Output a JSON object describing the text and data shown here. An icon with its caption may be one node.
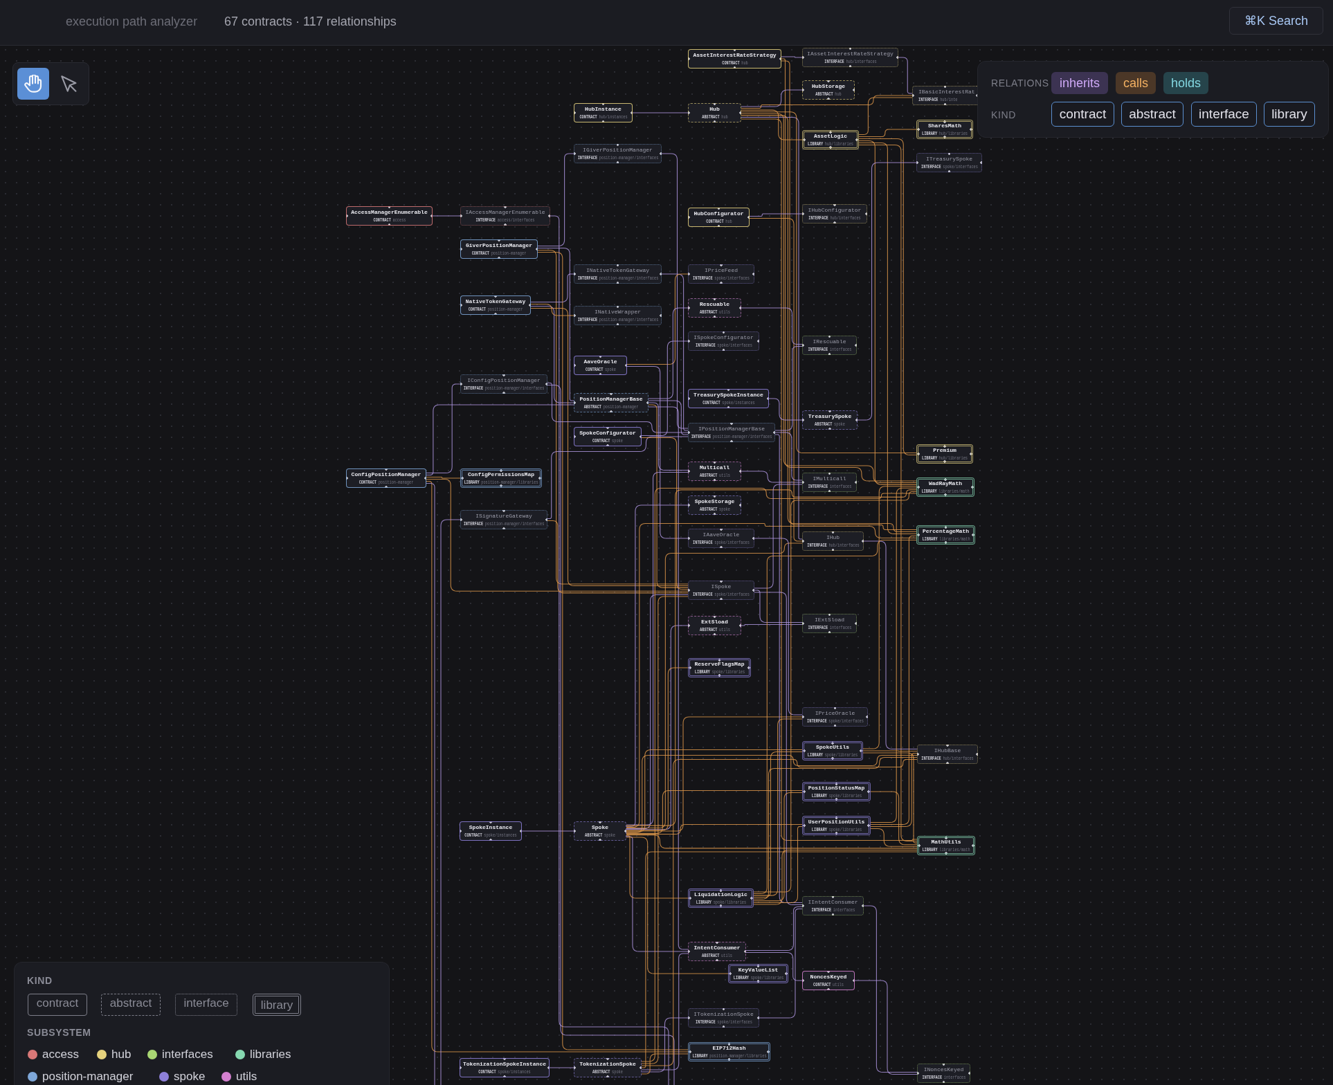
{
  "diagram": {
    "nodes": [
      {
        "text": [
          "AccessManagerEnumerable",
          "CONTRACT",
          "access"
        ]
      },
      {
        "text": [
          "IAccessManagerEnumerable",
          "INTERFACE",
          "access/interfaces"
        ]
      },
      {
        "text": [
          "GiverPositionManager",
          "CONTRACT",
          "position-manager"
        ]
      },
      {
        "text": [
          "NativeTokenGateway",
          "CONTRACT",
          "position-manager"
        ]
      },
      {
        "text": [
          "IConfigPositionManager",
          "INTERFACE",
          "position-manager/interfaces"
        ]
      },
      {
        "text": [
          "ConfigPositionManager",
          "CONTRACT",
          "position-manager"
        ]
      },
      {
        "text": [
          "ConfigPermissionsMap",
          "LIBRARY",
          "position-manager/libraries"
        ]
      },
      {
        "text": [
          "ISignatureGateway",
          "INTERFACE",
          "position-manager/interfaces"
        ]
      },
      {
        "text": [
          "SpokeInstance",
          "CONTRACT",
          "spoke/instances"
        ]
      },
      {
        "text": [
          "TokenizationSpokeInstance",
          "CONTRACT",
          "spoke/instances"
        ]
      },
      {
        "text": [
          "HubInstance",
          "CONTRACT",
          "hub/instances"
        ]
      },
      {
        "text": [
          "IGiverPositionManager",
          "INTERFACE",
          "position-manager/interfaces"
        ]
      },
      {
        "text": [
          "INativeTokenGateway",
          "INTERFACE",
          "position-manager/interfaces"
        ]
      },
      {
        "text": [
          "INativeWrapper",
          "INTERFACE",
          "position-manager/interfaces"
        ]
      },
      {
        "text": [
          "AaveOracle",
          "CONTRACT",
          "spoke"
        ]
      },
      {
        "text": [
          "PositionManagerBase",
          "ABSTRACT",
          "position-manager"
        ]
      },
      {
        "text": [
          "SpokeConfigurator",
          "CONTRACT",
          "spoke"
        ]
      },
      {
        "text": [
          "Spoke",
          "ABSTRACT",
          "spoke"
        ]
      },
      {
        "text": [
          "TokenizationSpoke",
          "ABSTRACT",
          "spoke"
        ]
      },
      {
        "text": [
          "AssetInterestRateStrategy",
          "CONTRACT",
          "hub"
        ]
      },
      {
        "text": [
          "Hub",
          "ABSTRACT",
          "hub"
        ]
      },
      {
        "text": [
          "HubConfigurator",
          "CONTRACT",
          "hub"
        ]
      },
      {
        "text": [
          "IPriceFeed",
          "INTERFACE",
          "spoke/interfaces"
        ]
      },
      {
        "text": [
          "Rescuable",
          "ABSTRACT",
          "utils"
        ]
      },
      {
        "text": [
          "ISpokeConfigurator",
          "INTERFACE",
          "spoke/interfaces"
        ]
      },
      {
        "text": [
          "TreasurySpokeInstance",
          "CONTRACT",
          "spoke/instances"
        ]
      },
      {
        "text": [
          "IPositionManagerBase",
          "INTERFACE",
          "position-manager/interfaces"
        ]
      },
      {
        "text": [
          "Multicall",
          "ABSTRACT",
          "utils"
        ]
      },
      {
        "text": [
          "SpokeStorage",
          "ABSTRACT",
          "spoke"
        ]
      },
      {
        "text": [
          "IAaveOracle",
          "INTERFACE",
          "spoke/interfaces"
        ]
      },
      {
        "text": [
          "ISpoke",
          "INTERFACE",
          "spoke/interfaces"
        ]
      },
      {
        "text": [
          "ExtSload",
          "ABSTRACT",
          "utils"
        ]
      },
      {
        "text": [
          "ReserveFlagsMap",
          "LIBRARY",
          "spoke/libraries"
        ]
      },
      {
        "text": [
          "LiquidationLogic",
          "LIBRARY",
          "spoke/libraries"
        ]
      },
      {
        "text": [
          "IntentConsumer",
          "ABSTRACT",
          "utils"
        ]
      },
      {
        "text": [
          "KeyValueList",
          "LIBRARY",
          "spoke/libraries"
        ]
      },
      {
        "text": [
          "ITokenizationSpoke",
          "INTERFACE",
          "spoke/interfaces"
        ]
      },
      {
        "text": [
          "EIP712Hash",
          "LIBRARY",
          "position-manager/libraries"
        ]
      },
      {
        "text": [
          "IAssetInterestRateStrategy",
          "INTERFACE",
          "hub/interfaces"
        ]
      },
      {
        "text": [
          "HubStorage",
          "ABSTRACT",
          "hub"
        ]
      },
      {
        "text": [
          "AssetLogic",
          "LIBRARY",
          "hub/libraries"
        ]
      },
      {
        "text": [
          "IHubConfigurator",
          "INTERFACE",
          "hub/interfaces"
        ]
      },
      {
        "text": [
          "IRescuable",
          "INTERFACE",
          "interfaces"
        ]
      },
      {
        "text": [
          "TreasurySpoke",
          "ABSTRACT",
          "spoke"
        ]
      },
      {
        "text": [
          "IMulticall",
          "INTERFACE",
          "interfaces"
        ]
      },
      {
        "text": [
          "IHub",
          "INTERFACE",
          "hub/interfaces"
        ]
      },
      {
        "text": [
          "IExtSload",
          "INTERFACE",
          "interfaces"
        ]
      },
      {
        "text": [
          "IPriceOracle",
          "INTERFACE",
          "spoke/interfaces"
        ]
      },
      {
        "text": [
          "SpokeUtils",
          "LIBRARY",
          "spoke/libraries"
        ]
      },
      {
        "text": [
          "PositionStatusMap",
          "LIBRARY",
          "spoke/libraries"
        ]
      },
      {
        "text": [
          "UserPositionUtils",
          "LIBRARY",
          "spoke/libraries"
        ]
      },
      {
        "text": [
          "IIntentConsumer",
          "INTERFACE",
          "interfaces"
        ]
      },
      {
        "text": [
          "NoncesKeyed",
          "CONTRACT",
          "utils"
        ]
      },
      {
        "text": [
          "IBasicInterestRat",
          "INTERFACE",
          "hub/inte"
        ]
      },
      {
        "text": [
          "SharesMath",
          "LIBRARY",
          "hub/libraries"
        ]
      },
      {
        "text": [
          "ITreasurySpoke",
          "INTERFACE",
          "spoke/interfaces"
        ]
      },
      {
        "text": [
          "Premium",
          "LIBRARY",
          "hub/libraries"
        ]
      },
      {
        "text": [
          "WadRayMath",
          "LIBRARY",
          "libraries/math"
        ]
      },
      {
        "text": [
          "PercentageMath",
          "LIBRARY",
          "libraries/math"
        ]
      },
      {
        "text": [
          "IHubBase",
          "INTERFACE",
          "hub/interfaces"
        ]
      },
      {
        "text": [
          "MathUtils",
          "LIBRARY",
          "libraries/math"
        ]
      },
      {
        "text": [
          "INoncesKeyed",
          "INTERFACE",
          "interfaces"
        ]
      }
    ],
    "edges": [
      {
        "from": 0,
        "to": 1,
        "arrow": "none",
        "color": "#b39ae6"
      },
      {
        "from": 1,
        "to": null,
        "arrow": "none",
        "color": "#b39ae6"
      },
      {
        "from": 2,
        "to": 11,
        "arrow": "none",
        "color": "#b39ae6"
      },
      {
        "from": 2,
        "to": 15,
        "arrow": "none",
        "color": "#b39ae6"
      },
      {
        "from": 2,
        "to": 30,
        "arrow": "none"
      },
      {
        "from": 2,
        "to": 37,
        "arrow": "none"
      },
      {
        "from": 3,
        "to": 12,
        "arrow": "none",
        "color": "#b39ae6"
      },
      {
        "from": 3,
        "to": 15,
        "arrow": "none",
        "color": "#b39ae6"
      },
      {
        "from": 3,
        "to": 13,
        "arrow": "none"
      },
      {
        "from": 3,
        "to": 30,
        "arrow": "none"
      },
      {
        "from": 4,
        "to": 26,
        "arrow": "none",
        "color": "#b39ae6"
      },
      {
        "from": 4,
        "to": null,
        "arrow": "none",
        "color": "#b39ae6"
      },
      {
        "from": 5,
        "to": 4,
        "arrow": "none",
        "color": "#b39ae6"
      },
      {
        "from": 5,
        "to": 15,
        "arrow": "none",
        "color": "#b39ae6"
      },
      {
        "from": 5,
        "to": 6,
        "arrow": "none"
      },
      {
        "from": 5,
        "to": 30,
        "arrow": "none"
      },
      {
        "from": 5,
        "to": 37,
        "arrow": "none"
      },
      {
        "from": 5,
        "to": null,
        "arrow": "none",
        "color": "#b39ae6"
      },
      {
        "from": null,
        "to": 7,
        "arrow": "none",
        "color": "#b39ae6"
      },
      {
        "from": 7,
        "to": 26,
        "arrow": "none",
        "color": "#b39ae6"
      },
      {
        "from": 7,
        "to": 30,
        "arrow": "none"
      },
      {
        "from": 8,
        "to": 17,
        "arrow": "none",
        "color": "#b39ae6"
      },
      {
        "from": 9,
        "to": 18,
        "arrow": "none",
        "color": "#b39ae6"
      },
      {
        "from": 10,
        "to": 20,
        "arrow": "none",
        "color": "#b39ae6"
      },
      {
        "from": 11,
        "to": 26,
        "arrow": "none",
        "color": "#b39ae6"
      },
      {
        "from": 12,
        "to": 26,
        "arrow": "none",
        "color": "#b39ae6"
      },
      {
        "from": 14,
        "to": 29,
        "arrow": "none",
        "color": "#b39ae6"
      },
      {
        "from": 14,
        "to": 22,
        "arrow": "none"
      },
      {
        "from": 15,
        "to": 26,
        "arrow": "none",
        "color": "#b39ae6"
      },
      {
        "from": 15,
        "to": 27,
        "arrow": "none",
        "color": "#b39ae6"
      },
      {
        "from": 15,
        "to": 23,
        "arrow": "none",
        "color": "#b39ae6"
      },
      {
        "from": 15,
        "to": 34,
        "arrow": "none",
        "color": "#b39ae6"
      },
      {
        "from": 15,
        "to": 30,
        "arrow": "none"
      },
      {
        "from": 16,
        "to": 24,
        "arrow": "none",
        "color": "#b39ae6"
      },
      {
        "from": 16,
        "to": 30,
        "arrow": "none"
      },
      {
        "from": 17,
        "to": 28,
        "arrow": "none",
        "color": "#b39ae6"
      },
      {
        "from": 17,
        "to": 27,
        "arrow": "none",
        "color": "#b39ae6"
      },
      {
        "from": 17,
        "to": 31,
        "arrow": "none",
        "color": "#b39ae6"
      },
      {
        "from": 17,
        "to": 34,
        "arrow": "none",
        "color": "#b39ae6"
      },
      {
        "from": 17,
        "to": 30,
        "arrow": "none",
        "color": "#b39ae6"
      },
      {
        "from": 17,
        "to": 32,
        "arrow": "none"
      },
      {
        "from": 17,
        "to": 33,
        "arrow": "none"
      },
      {
        "from": 17,
        "to": 35,
        "arrow": "none"
      },
      {
        "from": 17,
        "to": 45,
        "arrow": "none"
      },
      {
        "from": 17,
        "to": 47,
        "arrow": "none"
      },
      {
        "from": 17,
        "to": 48,
        "arrow": "none"
      },
      {
        "from": 17,
        "to": 49,
        "arrow": "none"
      },
      {
        "from": 17,
        "to": 50,
        "arrow": "none"
      },
      {
        "from": 17,
        "to": 59,
        "arrow": "none"
      },
      {
        "from": 17,
        "to": 60,
        "arrow": "none"
      },
      {
        "from": 17,
        "to": 57,
        "arrow": "none"
      },
      {
        "from": 17,
        "to": 58,
        "arrow": "none"
      },
      {
        "from": 18,
        "to": 36,
        "arrow": "none",
        "color": "#b39ae6"
      },
      {
        "from": 18,
        "to": 34,
        "arrow": "none",
        "color": "#b39ae6"
      },
      {
        "from": 18,
        "to": 37,
        "arrow": "none"
      },
      {
        "from": 18,
        "to": 30,
        "arrow": "none"
      },
      {
        "from": 18,
        "to": 59,
        "arrow": "none"
      },
      {
        "from": 18,
        "to": 60,
        "arrow": "none"
      },
      {
        "from": 18,
        "to": 57,
        "arrow": "none"
      },
      {
        "from": 19,
        "to": 38,
        "arrow": "none",
        "color": "#b39ae6"
      },
      {
        "from": 19,
        "to": 57,
        "arrow": "none"
      },
      {
        "from": 19,
        "to": 58,
        "arrow": "none"
      },
      {
        "from": 20,
        "to": 39,
        "arrow": "none",
        "color": "#b39ae6"
      },
      {
        "from": 20,
        "to": 45,
        "arrow": "none",
        "color": "#b39ae6"
      },
      {
        "from": 20,
        "to": 53,
        "arrow": "none"
      },
      {
        "from": 20,
        "to": 40,
        "arrow": "none"
      },
      {
        "from": 20,
        "to": 56,
        "arrow": "none"
      },
      {
        "from": 20,
        "to": 57,
        "arrow": "none"
      },
      {
        "from": 20,
        "to": 58,
        "arrow": "none"
      },
      {
        "from": 20,
        "to": 60,
        "arrow": "none"
      },
      {
        "from": 21,
        "to": 41,
        "arrow": "none",
        "color": "#b39ae6"
      },
      {
        "from": 21,
        "to": 45,
        "arrow": "none"
      },
      {
        "from": 23,
        "to": 42,
        "arrow": "none",
        "color": "#b39ae6"
      },
      {
        "from": 25,
        "to": 43,
        "arrow": "none",
        "color": "#b39ae6"
      },
      {
        "from": 26,
        "to": 44,
        "arrow": "none",
        "color": "#b39ae6"
      },
      {
        "from": 26,
        "to": 42,
        "arrow": "none",
        "color": "#b39ae6"
      },
      {
        "from": 26,
        "to": 51,
        "arrow": "none",
        "color": "#b39ae6"
      },
      {
        "from": 27,
        "to": 44,
        "arrow": "none",
        "color": "#b39ae6"
      },
      {
        "from": 29,
        "to": 47,
        "arrow": "none",
        "color": "#b39ae6"
      },
      {
        "from": 30,
        "to": 46,
        "arrow": "none",
        "color": "#b39ae6"
      },
      {
        "from": 30,
        "to": 44,
        "arrow": "none",
        "color": "#b39ae6"
      },
      {
        "from": 30,
        "to": 51,
        "arrow": "none",
        "color": "#b39ae6"
      },
      {
        "from": 31,
        "to": 46,
        "arrow": "none",
        "color": "#b39ae6"
      },
      {
        "from": 33,
        "to": 48,
        "arrow": "none"
      },
      {
        "from": 33,
        "to": 49,
        "arrow": "none"
      },
      {
        "from": 33,
        "to": 50,
        "arrow": "none"
      },
      {
        "from": 33,
        "to": 59,
        "arrow": "none"
      },
      {
        "from": 33,
        "to": 60,
        "arrow": "none"
      },
      {
        "from": 33,
        "to": 57,
        "arrow": "none"
      },
      {
        "from": 33,
        "to": 58,
        "arrow": "none"
      },
      {
        "from": 33,
        "to": 47,
        "arrow": "none"
      },
      {
        "from": 34,
        "to": 51,
        "arrow": "none",
        "color": "#b39ae6"
      },
      {
        "from": 34,
        "to": 52,
        "arrow": "none",
        "color": "#b39ae6"
      },
      {
        "from": 36,
        "to": 51,
        "arrow": "none",
        "color": "#b39ae6"
      },
      {
        "from": 38,
        "to": 53,
        "arrow": "none",
        "color": "#b39ae6"
      },
      {
        "from": 40,
        "to": 53,
        "arrow": "none"
      },
      {
        "from": 40,
        "to": 54,
        "arrow": "none"
      },
      {
        "from": 40,
        "to": 56,
        "arrow": "none"
      },
      {
        "from": 40,
        "to": 57,
        "arrow": "none"
      },
      {
        "from": 40,
        "to": 58,
        "arrow": "none"
      },
      {
        "from": 40,
        "to": 60,
        "arrow": "none"
      },
      {
        "from": 43,
        "to": 55,
        "arrow": "none",
        "color": "#b39ae6"
      },
      {
        "from": 45,
        "to": 59,
        "arrow": "none",
        "color": "#b39ae6"
      },
      {
        "from": 48,
        "to": 59,
        "arrow": "none"
      },
      {
        "from": 48,
        "to": 60,
        "arrow": "none"
      },
      {
        "from": 48,
        "to": 57,
        "arrow": "none"
      },
      {
        "from": 49,
        "to": 60,
        "arrow": "none"
      },
      {
        "from": 50,
        "to": 59,
        "arrow": "none"
      },
      {
        "from": 50,
        "to": 60,
        "arrow": "none"
      },
      {
        "from": 50,
        "to": 57,
        "arrow": "none"
      },
      {
        "from": 50,
        "to": 58,
        "arrow": "none"
      },
      {
        "from": 51,
        "to": 61,
        "arrow": "none",
        "color": "#b39ae6"
      },
      {
        "from": 52,
        "to": 61,
        "arrow": "none",
        "color": "#b39ae6"
      }
    ],
    "labels": [
      "execution path analyzer",
      "67 contracts · 117 relationships",
      "⌘K Search",
      "RELATIONS",
      "inherits",
      "calls",
      "holds",
      "KIND",
      "contract",
      "abstract",
      "interface",
      "library",
      "KIND",
      "SUBSYSTEM"
    ],
    "legend": [
      {
        "text": "contract"
      },
      {
        "text": "abstract"
      },
      {
        "text": "interface"
      },
      {
        "text": "library"
      },
      {
        "text": "access",
        "color": "#d97878"
      },
      {
        "text": "hub",
        "color": "#e6d27e"
      },
      {
        "text": "interfaces",
        "color": "#a9d673"
      },
      {
        "text": "libraries",
        "color": "#86d8b0"
      },
      {
        "text": "position-manager",
        "color": "#7ea7d8"
      },
      {
        "text": "spoke",
        "color": "#8e80da"
      },
      {
        "text": "utils",
        "color": "#d480cf"
      }
    ]
  }
}
